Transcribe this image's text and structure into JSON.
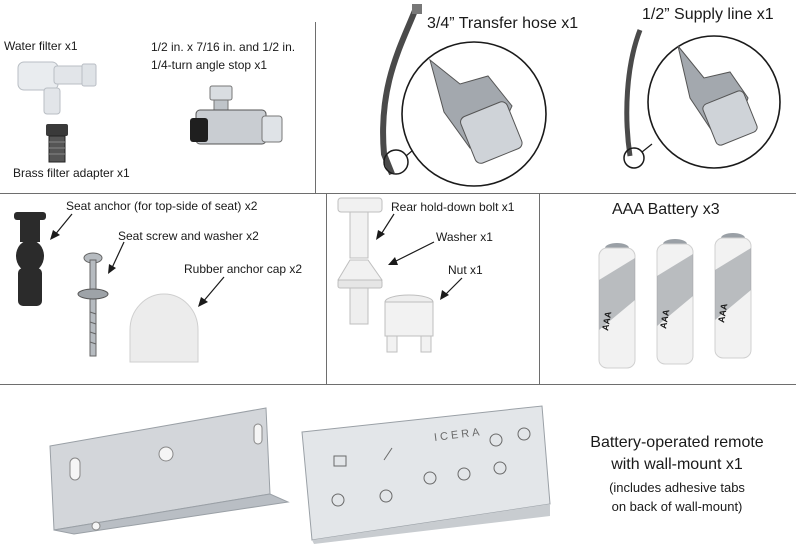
{
  "items": {
    "water_filter": "Water filter x1",
    "angle_stop": "1/2 in. x 7/16 in. and 1/2 in. 1/4-turn angle stop x1",
    "brass_adapter": "Brass filter adapter x1",
    "transfer_hose": "3/4” Transfer hose x1",
    "supply_line": "1/2” Supply line x1",
    "seat_anchor": "Seat anchor (for top-side of seat) x2",
    "seat_screw": "Seat screw and washer x2",
    "rubber_cap": "Rubber anchor cap x2",
    "rear_bolt": "Rear hold-down bolt x1",
    "washer": "Washer x1",
    "nut": "Nut x1",
    "battery": "AAA Battery x3",
    "remote_line1": "Battery-operated remote",
    "remote_line2": "with wall-mount x1",
    "remote_note1": "(includes adhesive tabs",
    "remote_note2": "on back of wall-mount)"
  },
  "battery_marking": "AAA",
  "remote_brand": "ICERA",
  "colors": {
    "grid_line": "#6e6e6e",
    "metal": "#c9cdd2",
    "dark_rubber": "#2b2b2b",
    "battery_body": "#f2f2f2",
    "battery_band": "#8a8f95"
  }
}
